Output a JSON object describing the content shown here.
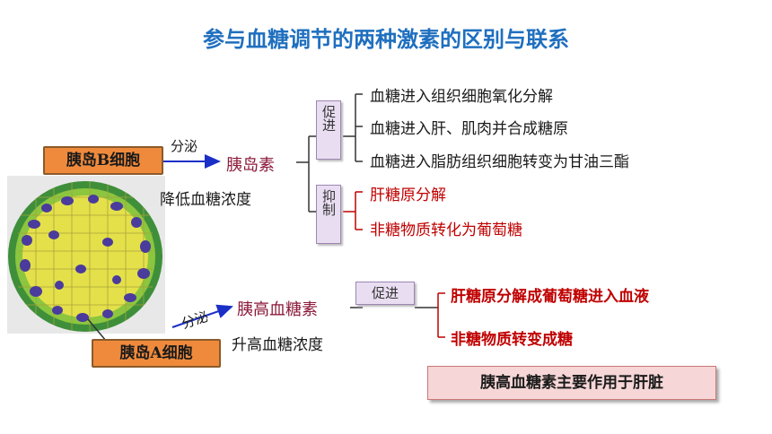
{
  "title": "参与血糖调节的两种激素的区别与联系",
  "b_cell": {
    "label": "胰岛B细胞",
    "secrete": "分泌",
    "hormone": "胰岛素",
    "effect": "降低血糖浓度"
  },
  "a_cell": {
    "label": "胰岛A细胞",
    "secrete": "分泌",
    "hormone": "胰高血糖素",
    "effect": "升高血糖浓度"
  },
  "insulin": {
    "promote_tag": "促进",
    "promote_items": [
      "血糖进入组织细胞氧化分解",
      "血糖进入肝、肌肉并合成糖原",
      "血糖进入脂肪组织细胞转变为甘油三酯"
    ],
    "inhibit_tag": "抑制",
    "inhibit_items": [
      "肝糖原分解",
      "非糖物质转化为葡萄糖"
    ]
  },
  "glucagon": {
    "promote_tag": "促进",
    "promote_items": [
      "肝糖原分解成葡萄糖进入血液",
      "非糖物质转变成糖"
    ]
  },
  "note": "胰高血糖素主要作用于肝脏",
  "colors": {
    "title": "#1f6fbf",
    "cell_box": "#ef8a3c",
    "red_text": "#c00000",
    "hormone_text": "#8b1a3a",
    "tag_bg": "#e9def1",
    "note_bg": "#f6d6d6",
    "arrow": "#1a2fc7"
  }
}
